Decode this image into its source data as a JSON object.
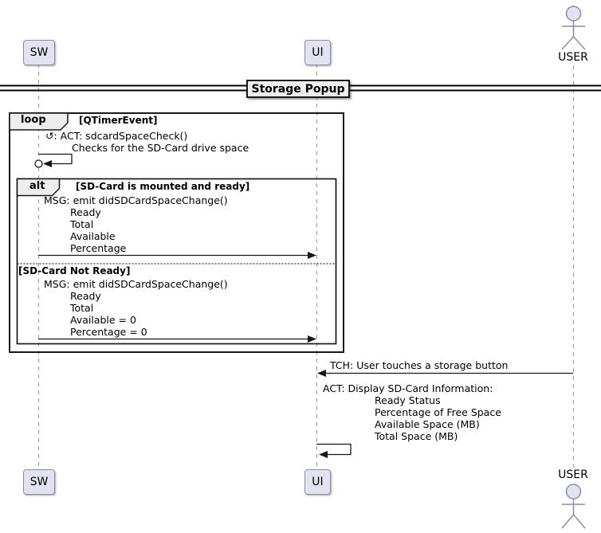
{
  "diagram": {
    "title_divider": "Storage Popup",
    "participants": [
      {
        "id": "sw",
        "label": "SW",
        "type": "participant"
      },
      {
        "id": "ui",
        "label": "UI",
        "type": "participant"
      },
      {
        "id": "user",
        "label": "USER",
        "type": "actor"
      }
    ],
    "loop_frame": {
      "keyword": "loop",
      "guard": "[QTimerEvent]",
      "self_message": {
        "icon": "↺",
        "text": ": ACT: sdcardSpaceCheck()",
        "note": "Checks for the SD-Card drive space"
      },
      "alt_frame": {
        "keyword": "alt",
        "guard": "[SD-Card is mounted and ready]",
        "ready_message_lines": [
          "MSG: emit didSDCardSpaceChange()",
          "Ready",
          "Total",
          "Available",
          "Percentage"
        ],
        "else_guard": "[SD-Card Not Ready]",
        "not_ready_message_lines": [
          "MSG: emit didSDCardSpaceChange()",
          "Ready",
          "Total",
          "Available = 0",
          "Percentage = 0"
        ]
      }
    },
    "touch_message": "TCH: User touches a storage button",
    "display_message_lines": [
      "ACT: Display SD-Card Information:",
      "Ready Status",
      "Percentage of Free Space",
      "Available Space (MB)",
      "Total Space (MB)"
    ],
    "colors": {
      "participant_fill": "#E2E2F0",
      "participant_border": "#8C8CA0",
      "frame_border": "#181818",
      "frame_label_fill": "#EEEEEE",
      "lifeline": "#999999"
    }
  }
}
